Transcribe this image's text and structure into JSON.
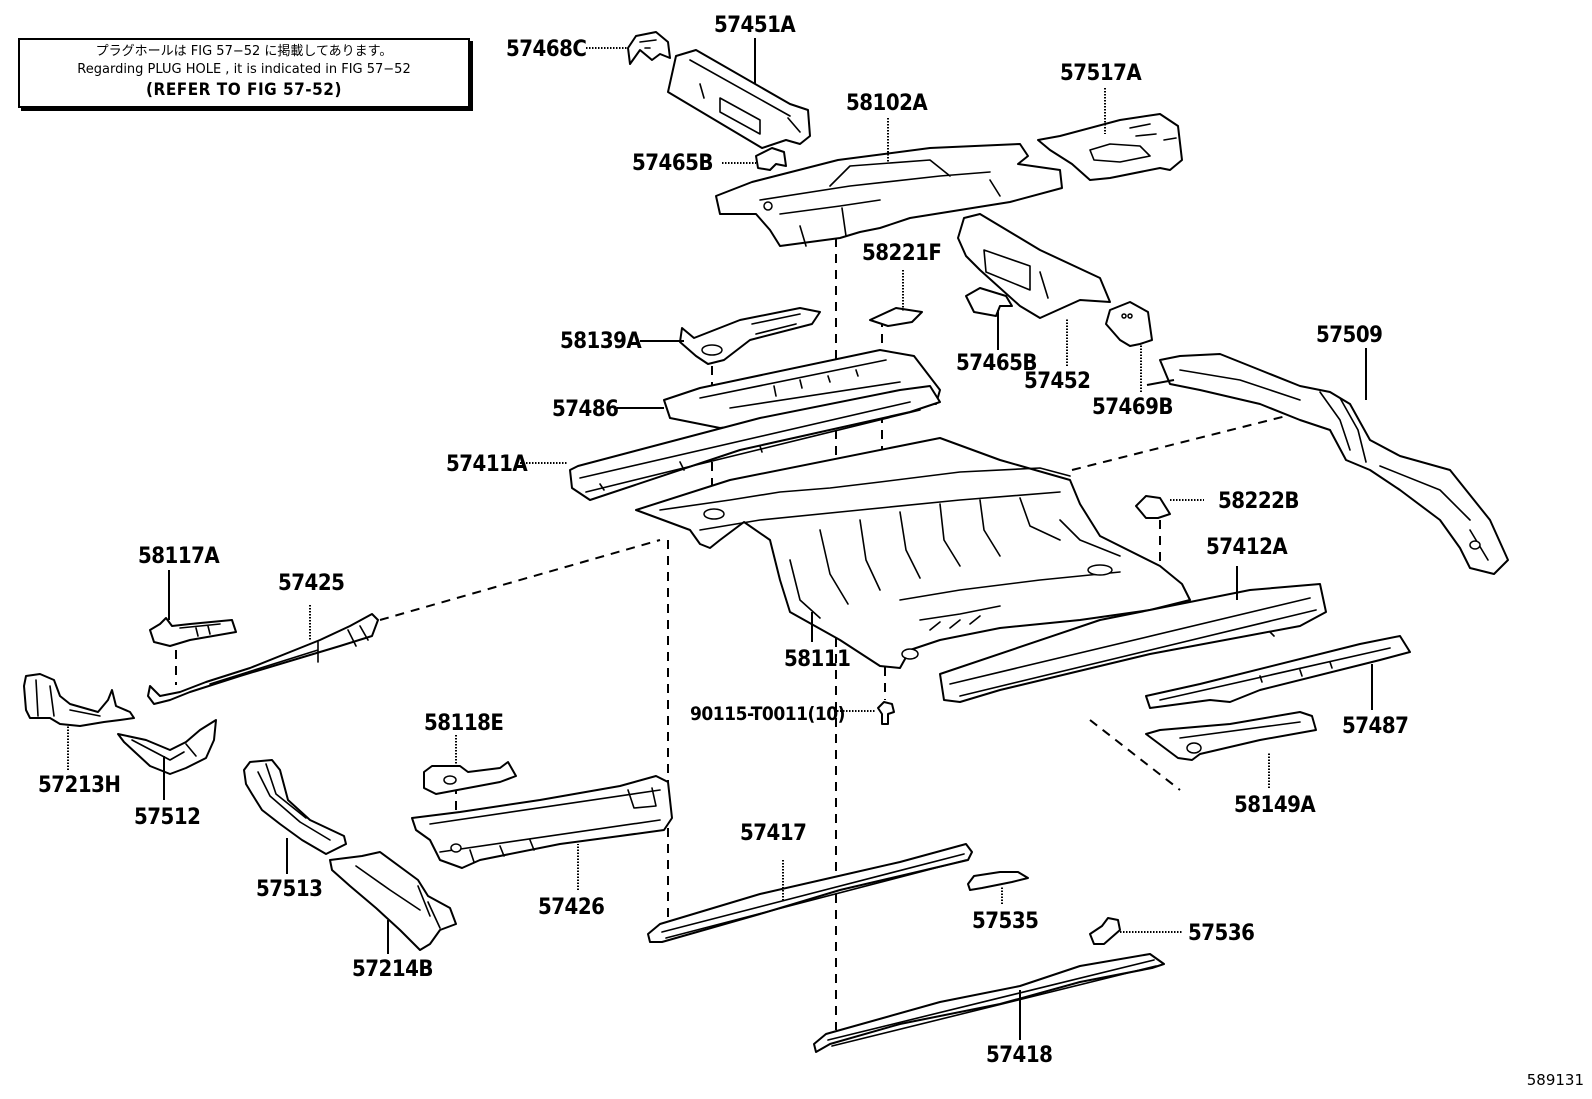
{
  "note": {
    "japanese": "プラグホールは FIG 57−52 に掲載してあります。",
    "english": "Regarding  PLUG  HOLE , it is indicated in FIG  57−52",
    "reference": "(REFER TO FIG 57-52)"
  },
  "figure_id": "589131",
  "parts": {
    "p57468C": "57468C",
    "p57451A": "57451A",
    "p57465B_top": "57465B",
    "p58102A": "58102A",
    "p57517A": "57517A",
    "p58221F": "58221F",
    "p58139A": "58139A",
    "p57465B_mid": "57465B",
    "p57452": "57452",
    "p57469B": "57469B",
    "p57509": "57509",
    "p57486": "57486",
    "p57411A": "57411A",
    "p58222B": "58222B",
    "p58117A": "58117A",
    "p57425": "57425",
    "p57412A": "57412A",
    "p58111": "58111",
    "p90115": "90115-T0011(10)",
    "p57487": "57487",
    "p57213H": "57213H",
    "p58118E": "58118E",
    "p57512": "57512",
    "p58149A": "58149A",
    "p57417": "57417",
    "p57513": "57513",
    "p57426": "57426",
    "p57535": "57535",
    "p57536": "57536",
    "p57214B": "57214B",
    "p57418": "57418"
  }
}
